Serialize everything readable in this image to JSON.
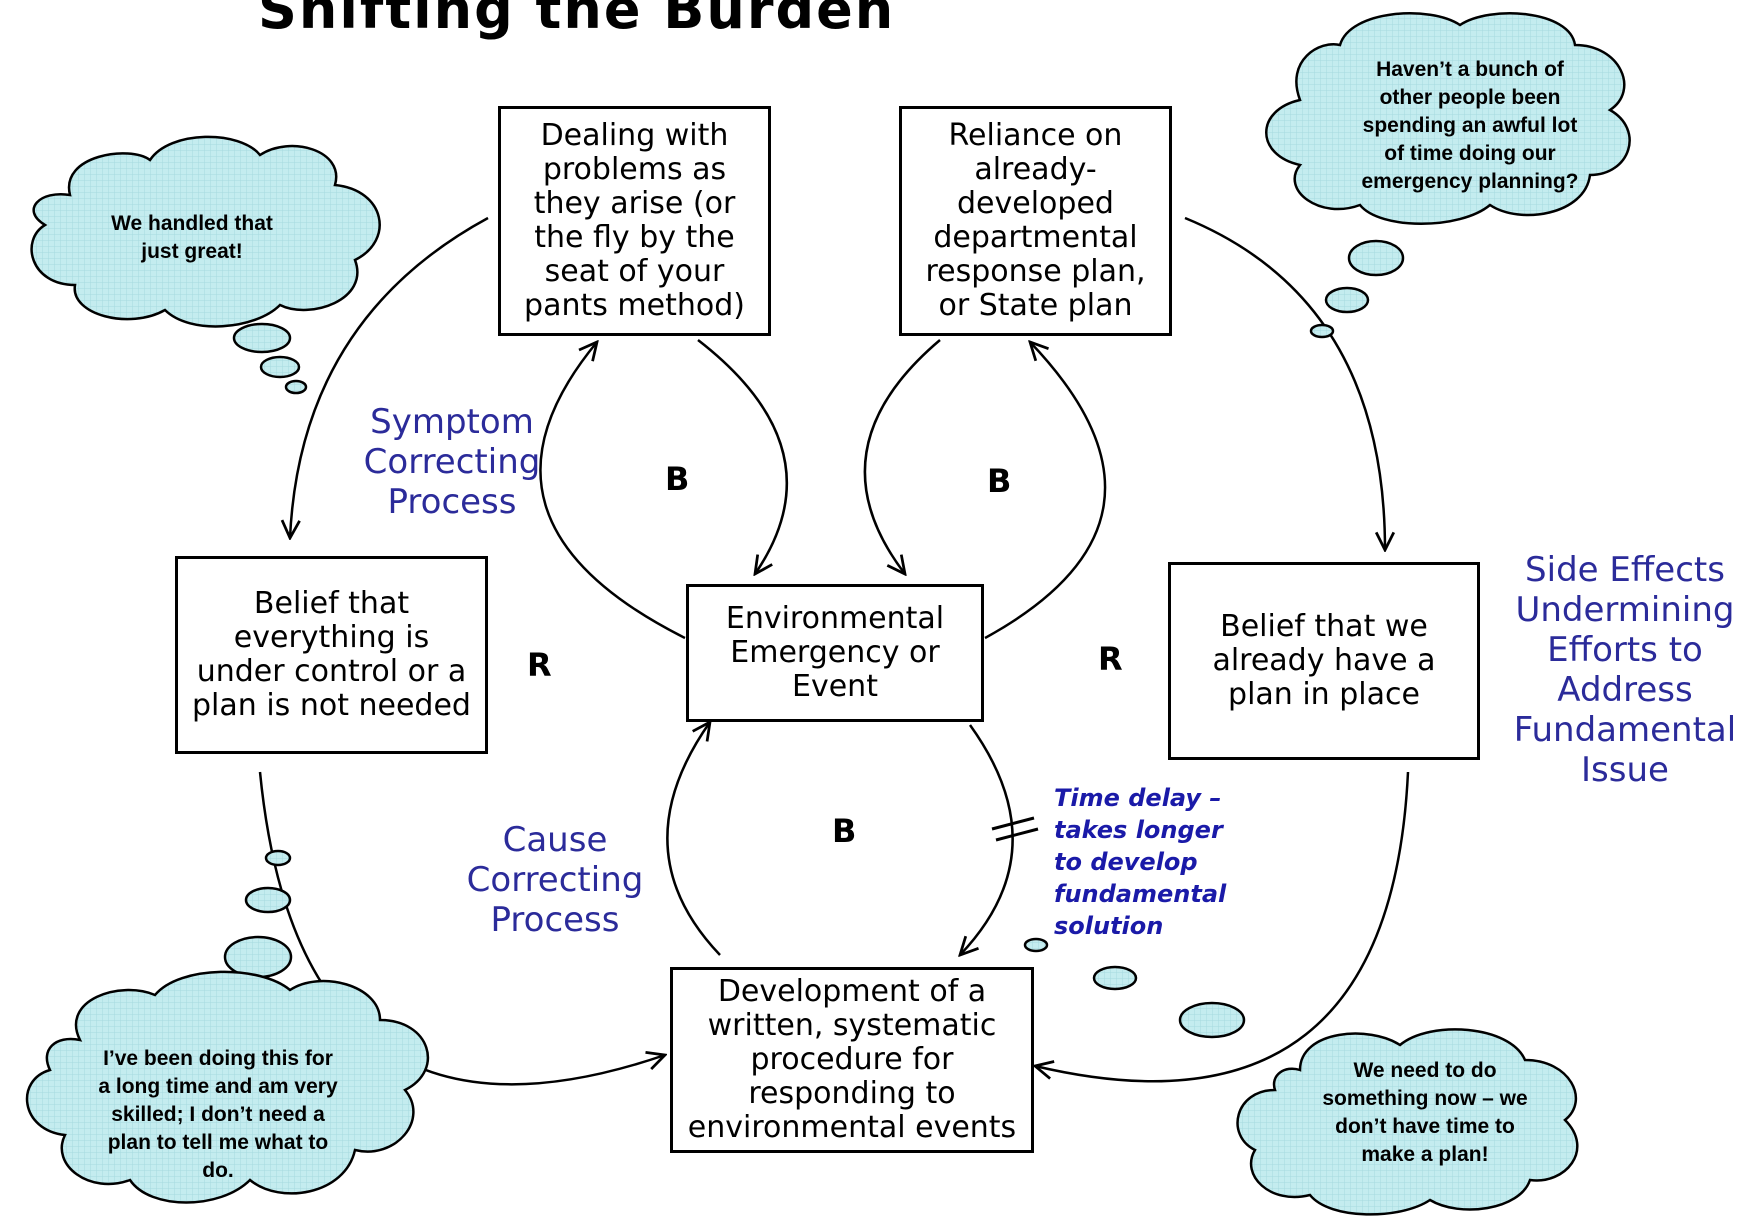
{
  "title": "Shifting the Burden",
  "nodes": {
    "dealing": "Dealing with problems as they arise (or the fly by the seat of your pants method)",
    "reliance": "Reliance on already-developed departmental response plan, or State plan",
    "belief_control": "Belief that everything is under control or a plan is not needed",
    "event": "Environmental Emergency or Event",
    "belief_plan": "Belief that we already have a plan in place",
    "development": "Development of a written, systematic procedure for responding to environmental events"
  },
  "loops": {
    "b_left": "B",
    "b_right": "B",
    "b_bottom": "B",
    "r_left": "R",
    "r_right": "R"
  },
  "labels": {
    "symptom": "Symptom Correcting Process",
    "cause": "Cause Correcting Process",
    "side_effects": "Side Effects Undermining Efforts to Address Fundamental Issue",
    "time_delay": "Time delay – takes longer to develop fundamental solution"
  },
  "thoughts": {
    "handled": "We handled that just great!",
    "others": "Haven’t a bunch of other people been spending an awful lot of time doing our emergency planning?",
    "skilled": "I’ve been doing this for a long time and am very skilled; I don’t need a plan to tell me what to do.",
    "now": "We need to do something now – we don’t have time to make a plan!"
  },
  "colors": {
    "cloud_fill": "#c4ecef",
    "label_blue": "#2b2b9a",
    "delay_blue": "#1a1aa8"
  }
}
